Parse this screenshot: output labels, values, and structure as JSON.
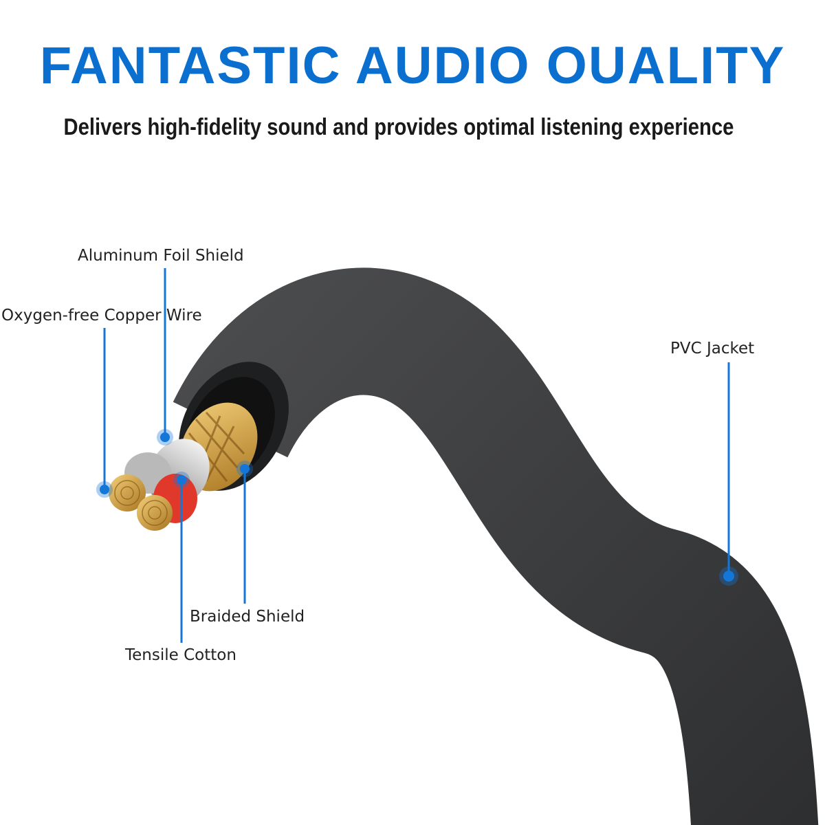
{
  "header": {
    "title": "FANTASTIC AUDIO OUALITY",
    "subtitle": "Delivers high-fidelity sound and provides optimal listening experience"
  },
  "colors": {
    "title": "#0a6fce",
    "callout": "#1476d6",
    "jacket": "#3b3c3e",
    "copper": "#d9a441",
    "red_insulation": "#e0392b"
  },
  "labels": {
    "aluminum_foil_shield": "Aluminum Foil Shield",
    "oxygen_free_copper_wire": "Oxygen-free Copper Wire",
    "pvc_jacket": "PVC Jacket",
    "braided_shield": "Braided Shield",
    "tensile_cotton": "Tensile Cotton"
  }
}
